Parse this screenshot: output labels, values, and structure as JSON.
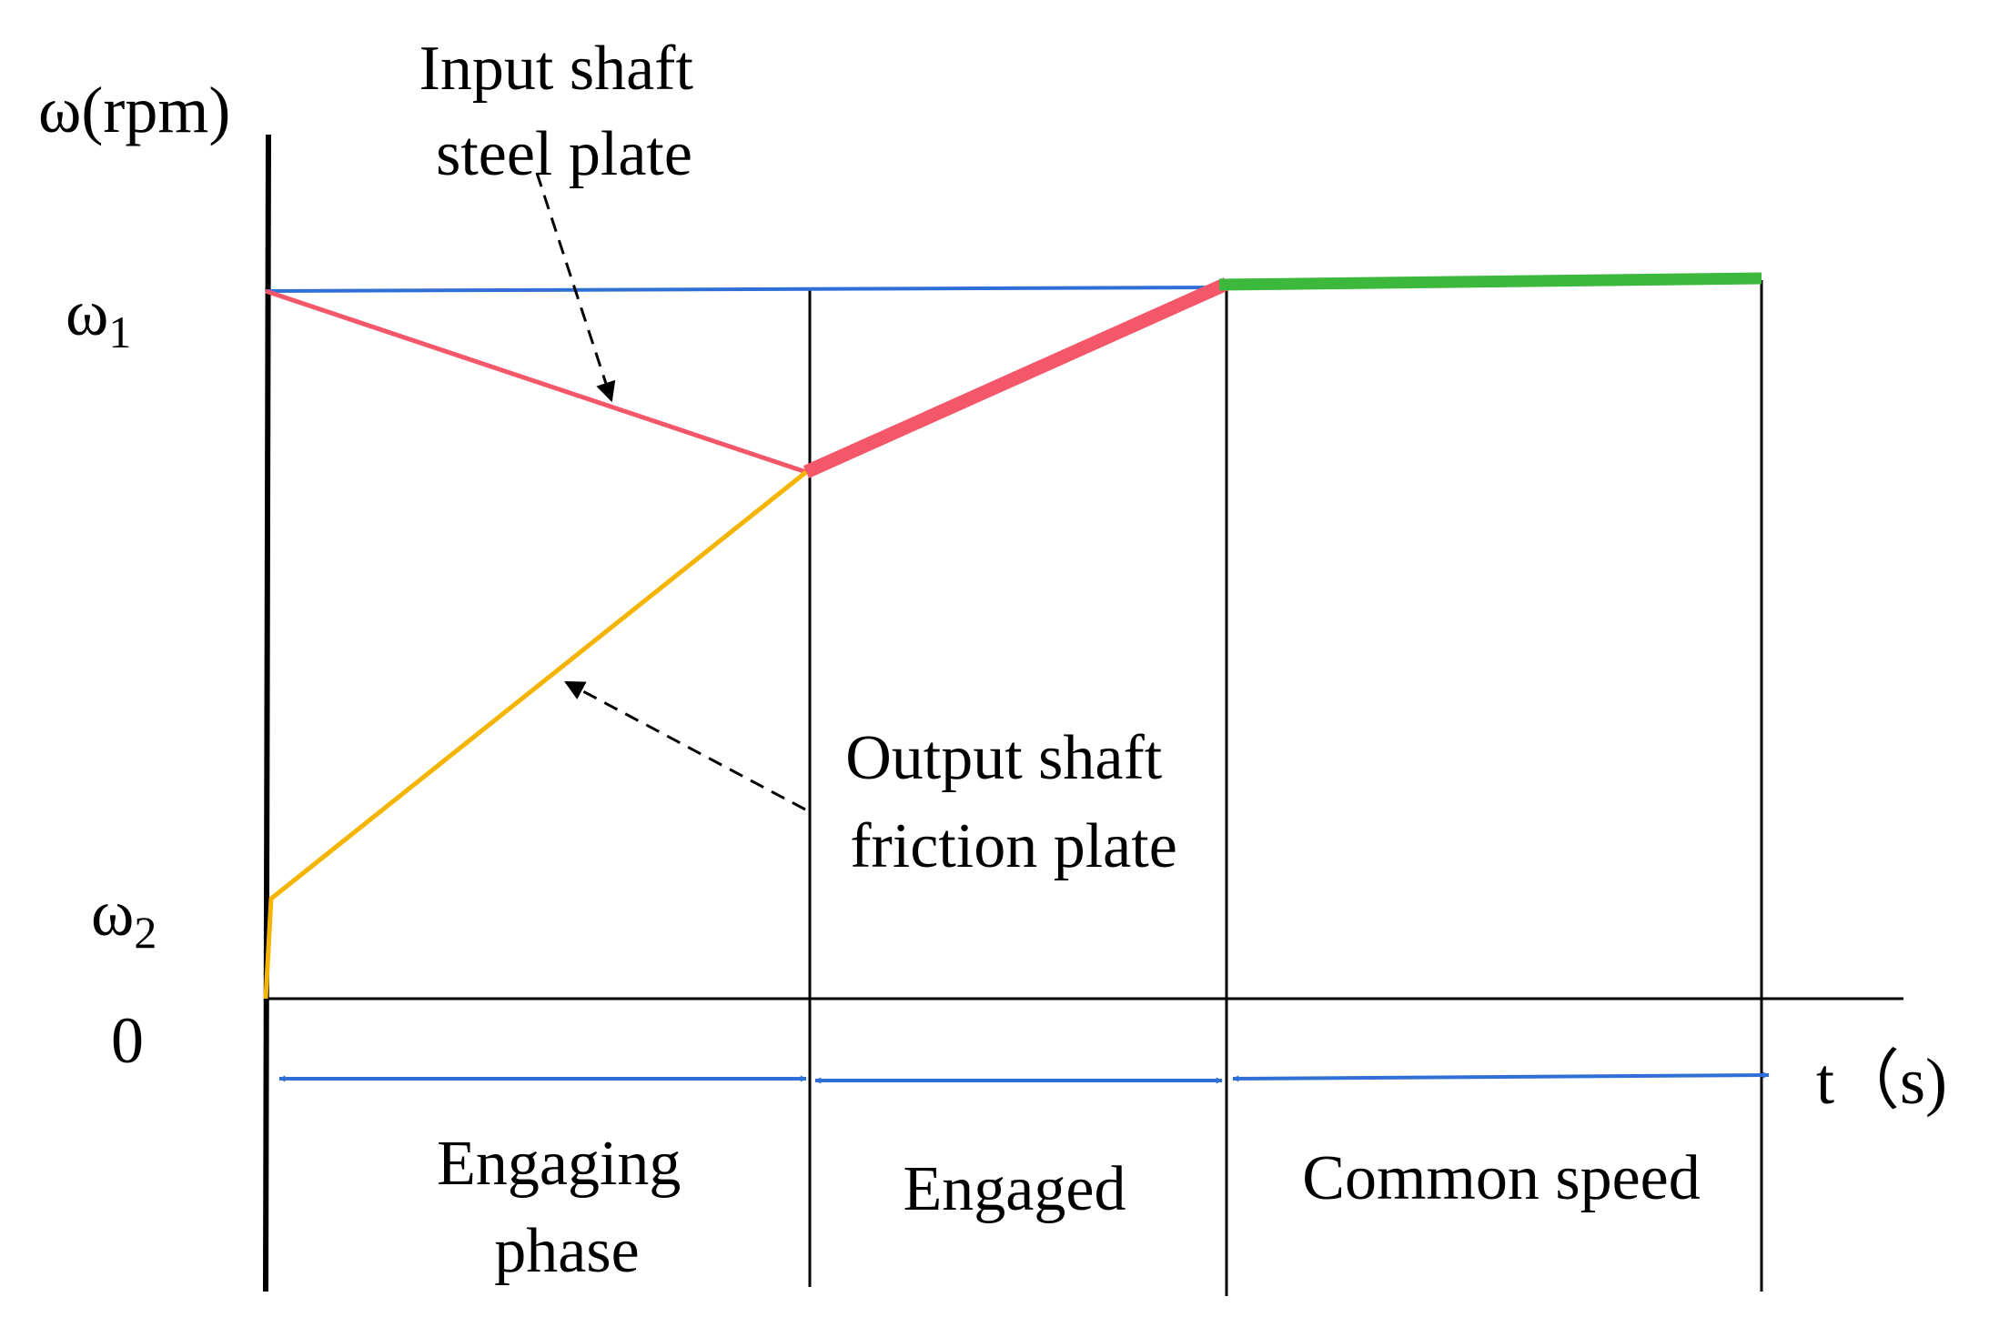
{
  "axes": {
    "y_label": "ω(rpm)",
    "x_label": "t（s)",
    "origin_label": "0",
    "y_ticks": [
      {
        "symbol": "ω",
        "sub": "1"
      },
      {
        "symbol": "ω",
        "sub": "2"
      }
    ]
  },
  "annotations": {
    "input": [
      "Input shaft",
      "steel plate"
    ],
    "output": [
      "Output shaft",
      "friction plate"
    ]
  },
  "phases": {
    "engaging": [
      "Engaging",
      "phase"
    ],
    "engaged": "Engaged",
    "common": "Common speed"
  },
  "colors": {
    "reference_line": "#2f6fd6",
    "input_shaft": "#f4566a",
    "output_shaft": "#f5b400",
    "common_speed": "#3cb83c",
    "phase_arrow": "#2f6fd6",
    "axis": "#000000"
  }
}
